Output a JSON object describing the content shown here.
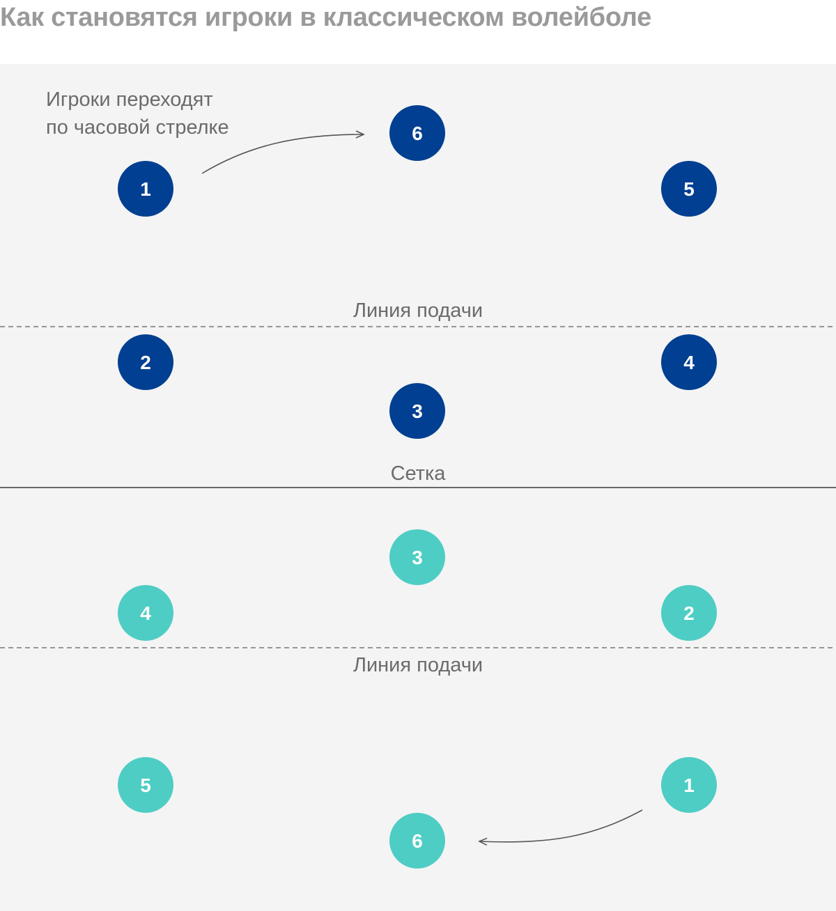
{
  "title": "Как становятся игроки в классическом волейболе",
  "annotation": {
    "line1": "Игроки переходят",
    "line2": "по часовой стрелке"
  },
  "lines": {
    "serve_top": "Линия подачи",
    "net": "Сетка",
    "serve_bottom": "Линия подачи"
  },
  "colors": {
    "team_top": "#003f91",
    "team_bottom": "#4ecdc4",
    "court_bg": "#f4f4f4",
    "line": "#555555"
  },
  "team_top": {
    "players": [
      "1",
      "6",
      "5",
      "2",
      "3",
      "4"
    ]
  },
  "team_bottom": {
    "players": [
      "3",
      "4",
      "2",
      "5",
      "1",
      "6"
    ]
  }
}
